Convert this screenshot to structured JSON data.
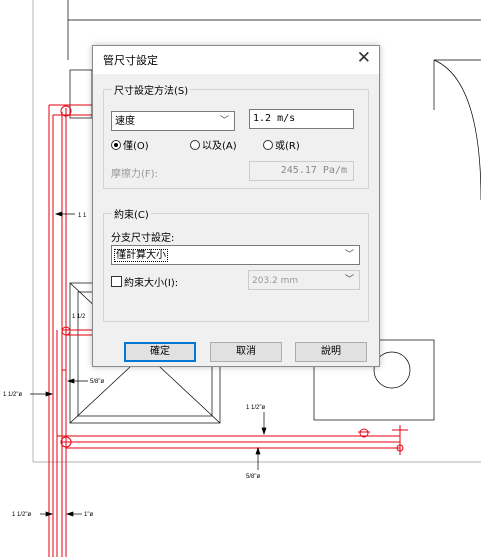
{
  "dialog": {
    "title": "管尺寸設定",
    "close_glyph": "✕",
    "sizing_method": {
      "legend": "尺寸設定方法(S)",
      "method_value": "速度",
      "velocity_value": "1.2 m/s",
      "options": [
        {
          "label": "僅(O)",
          "selected": true
        },
        {
          "label": "以及(A)",
          "selected": false
        },
        {
          "label": "或(R)",
          "selected": false
        }
      ],
      "friction_label": "摩擦力(F):",
      "friction_value": "245.17 Pa/m"
    },
    "constraints": {
      "legend": "約束(C)",
      "branch_label": "分支尺寸設定:",
      "branch_value": "僅計算大小",
      "restrict_label": "約束大小(I):",
      "restrict_checked": false,
      "restrict_value": "203.2 mm"
    },
    "buttons": {
      "ok": "確定",
      "cancel": "取消",
      "help": "說明"
    }
  },
  "drawing": {
    "dims": {
      "d1": "1 1/2\"ø",
      "d2": "5/8\"ø",
      "d3": "1 1/2\"ø",
      "d4": "5/8\"ø",
      "d5": "1 1/2\"ø",
      "d6": "1\"ø",
      "d7": "1 1",
      "d8": "1 1/2"
    },
    "colors": {
      "pipe": "#e8000f",
      "line": "#000000"
    }
  }
}
